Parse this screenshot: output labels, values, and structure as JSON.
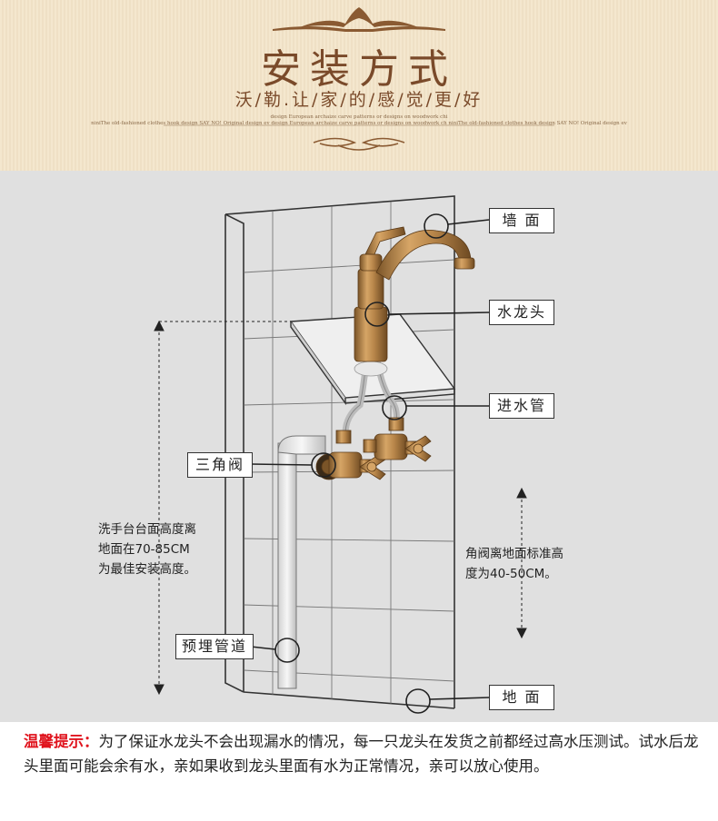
{
  "header": {
    "title": "安装方式",
    "subtitle": "沃/勒.让/家/的/感/觉/更/好",
    "decor_text_top": "design European archaize carve patterns or designs on woodwork chi",
    "decor_text_mid": "niniThe old-fashioned clothes hook design SAY NO! Original design ev design European archaize carve patterns or designs on woodwork ch niniThe old-fashioned clothes hook design SAY NO! Original design ev"
  },
  "diagram": {
    "labels": {
      "wall": "墙 面",
      "faucet": "水龙头",
      "inlet_pipe": "进水管",
      "angle_valve": "三角阀",
      "embedded_pipe": "预埋管道",
      "floor": "地 面"
    },
    "notes": {
      "counter_height": [
        "洗手台台面高度离",
        "地面在70-85CM",
        "为最佳安装高度。"
      ],
      "valve_height": [
        "角阀离地面标准高",
        "度为40-50CM。"
      ]
    },
    "colors": {
      "background": "#e0e0e0",
      "line": "#333333",
      "brass": "#b8864a"
    }
  },
  "tip": {
    "label": "温馨提示：",
    "text": "为了保证水龙头不会出现漏水的情况，每一只龙头在发货之前都经过高水压测试。试水后龙头里面可能会余有水，亲如果收到龙头里面有水为正常情况，亲可以放心使用。"
  }
}
